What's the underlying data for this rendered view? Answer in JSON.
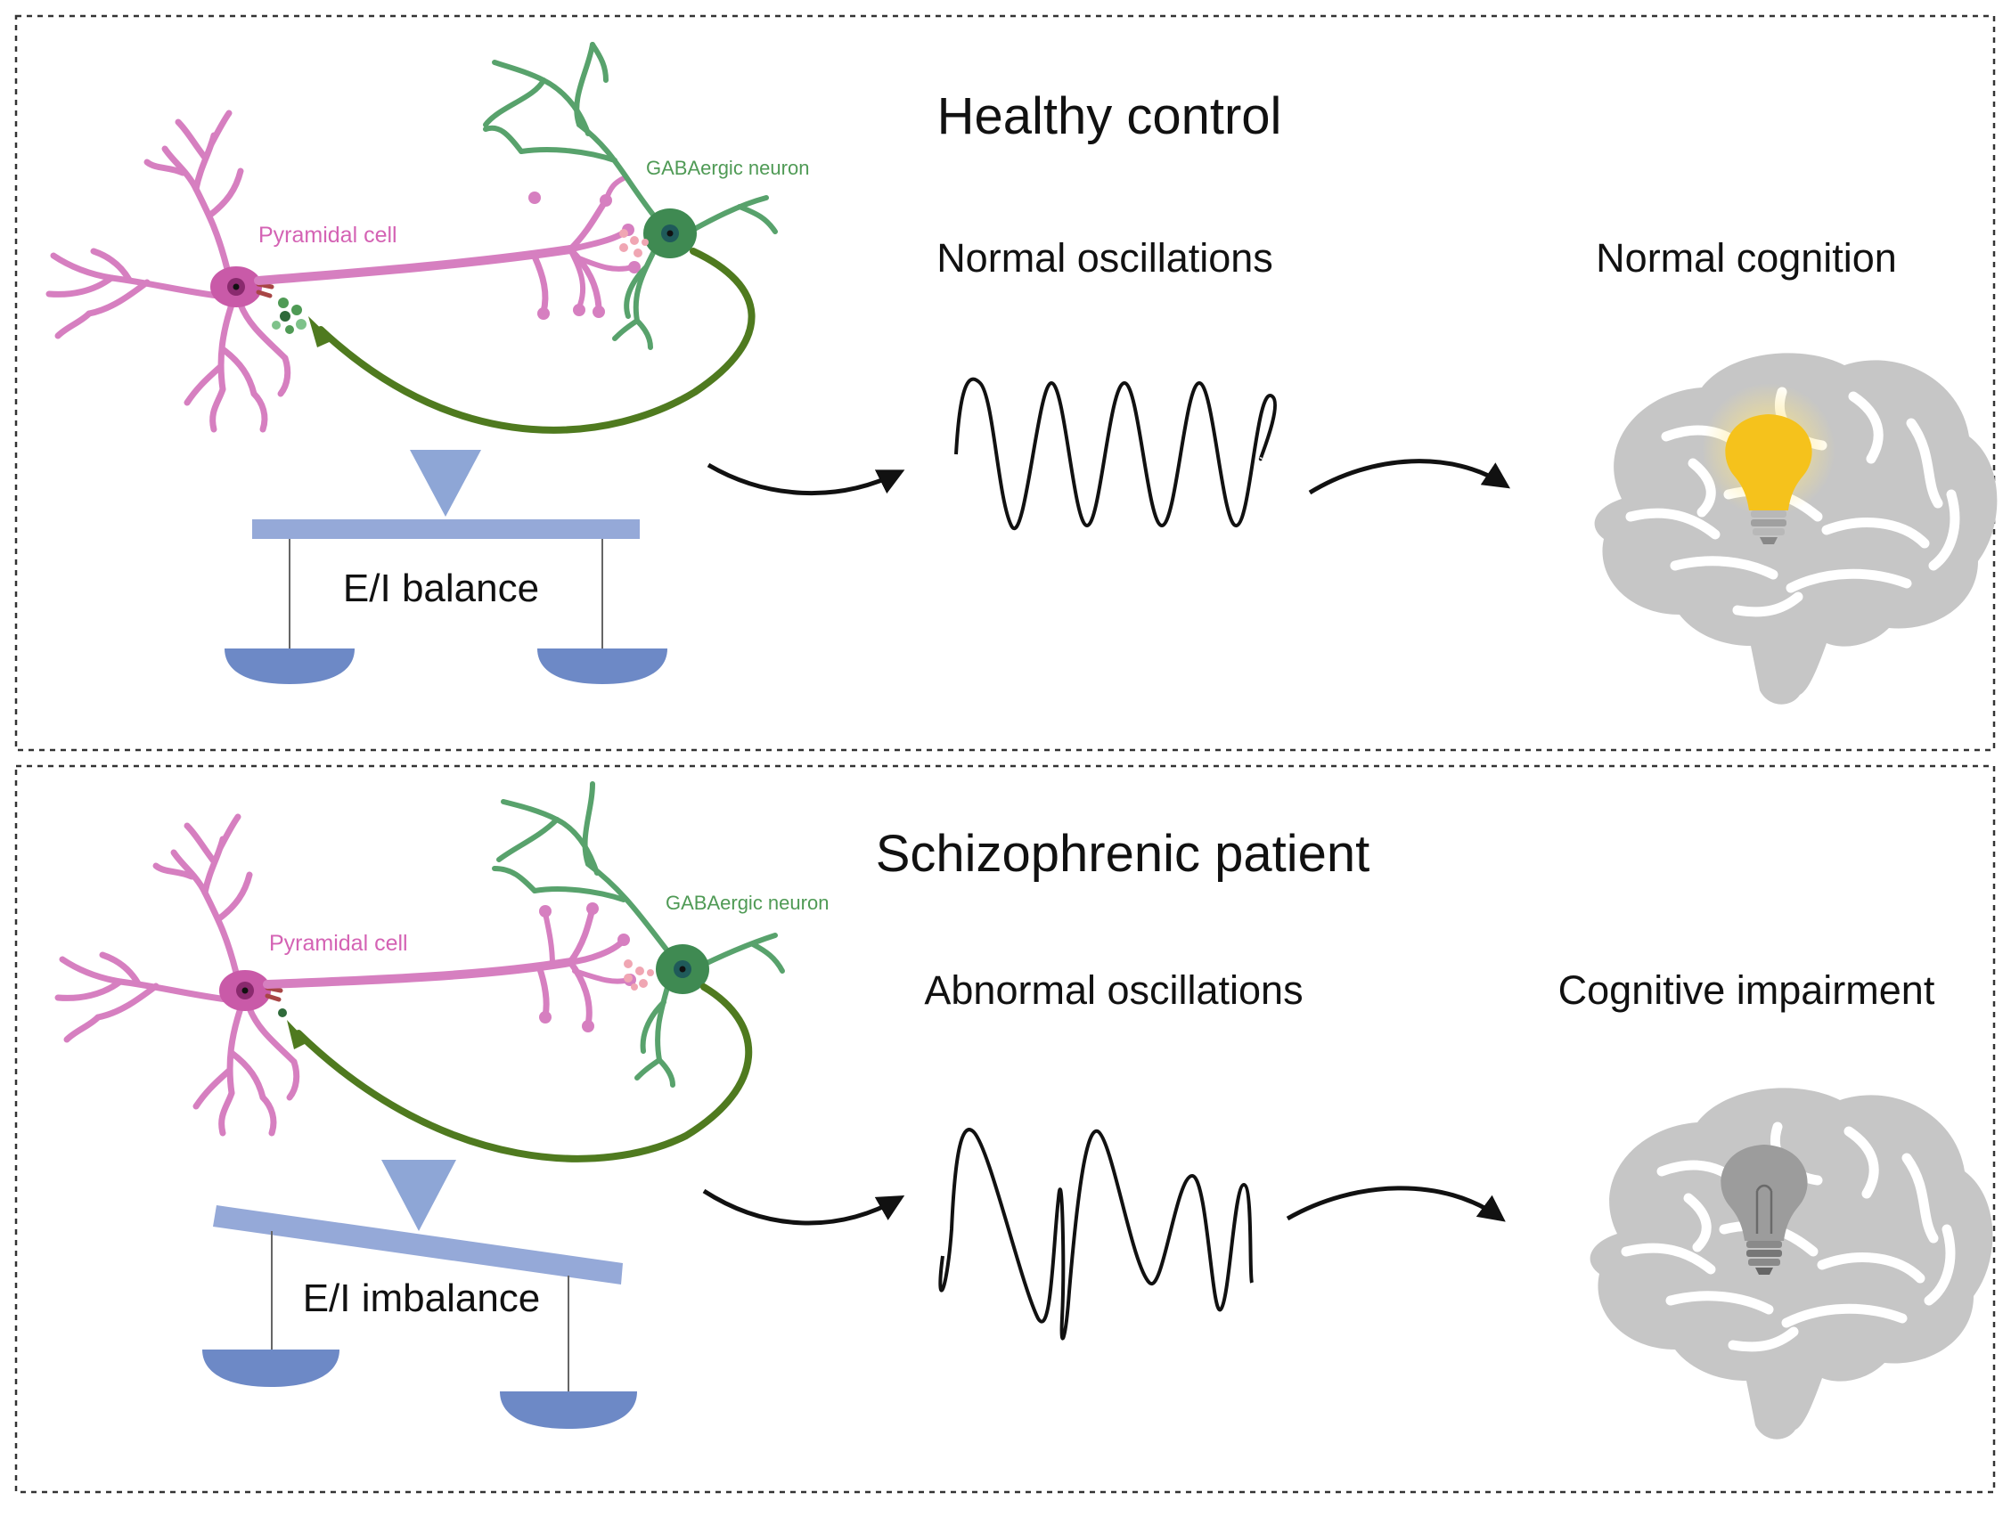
{
  "panels": [
    {
      "title": "Healthy control",
      "pyramidal_label": "Pyramidal cell",
      "gaba_label": "GABAergic neuron",
      "balance_label": "E/I balance",
      "oscillation_label": "Normal oscillations",
      "cognition_label": "Normal cognition",
      "bulb_state": "lit"
    },
    {
      "title": "Schizophrenic patient",
      "pyramidal_label": "Pyramidal cell",
      "gaba_label": "GABAergic neuron",
      "balance_label": "E/I imbalance",
      "oscillation_label": "Abnormal  oscillations",
      "cognition_label": "Cognitive impairment",
      "bulb_state": "unlit"
    }
  ],
  "colors": {
    "pyramidal": "#d67fc0",
    "gaba": "#58a26c",
    "axon": "#4f7a1f",
    "scale_beam": "#95a9d8",
    "scale_pan": "#6d89c6",
    "brain": "#c6c6c6",
    "bulb_on": "#f5c21c",
    "bulb_off": "#9c9c9c"
  }
}
